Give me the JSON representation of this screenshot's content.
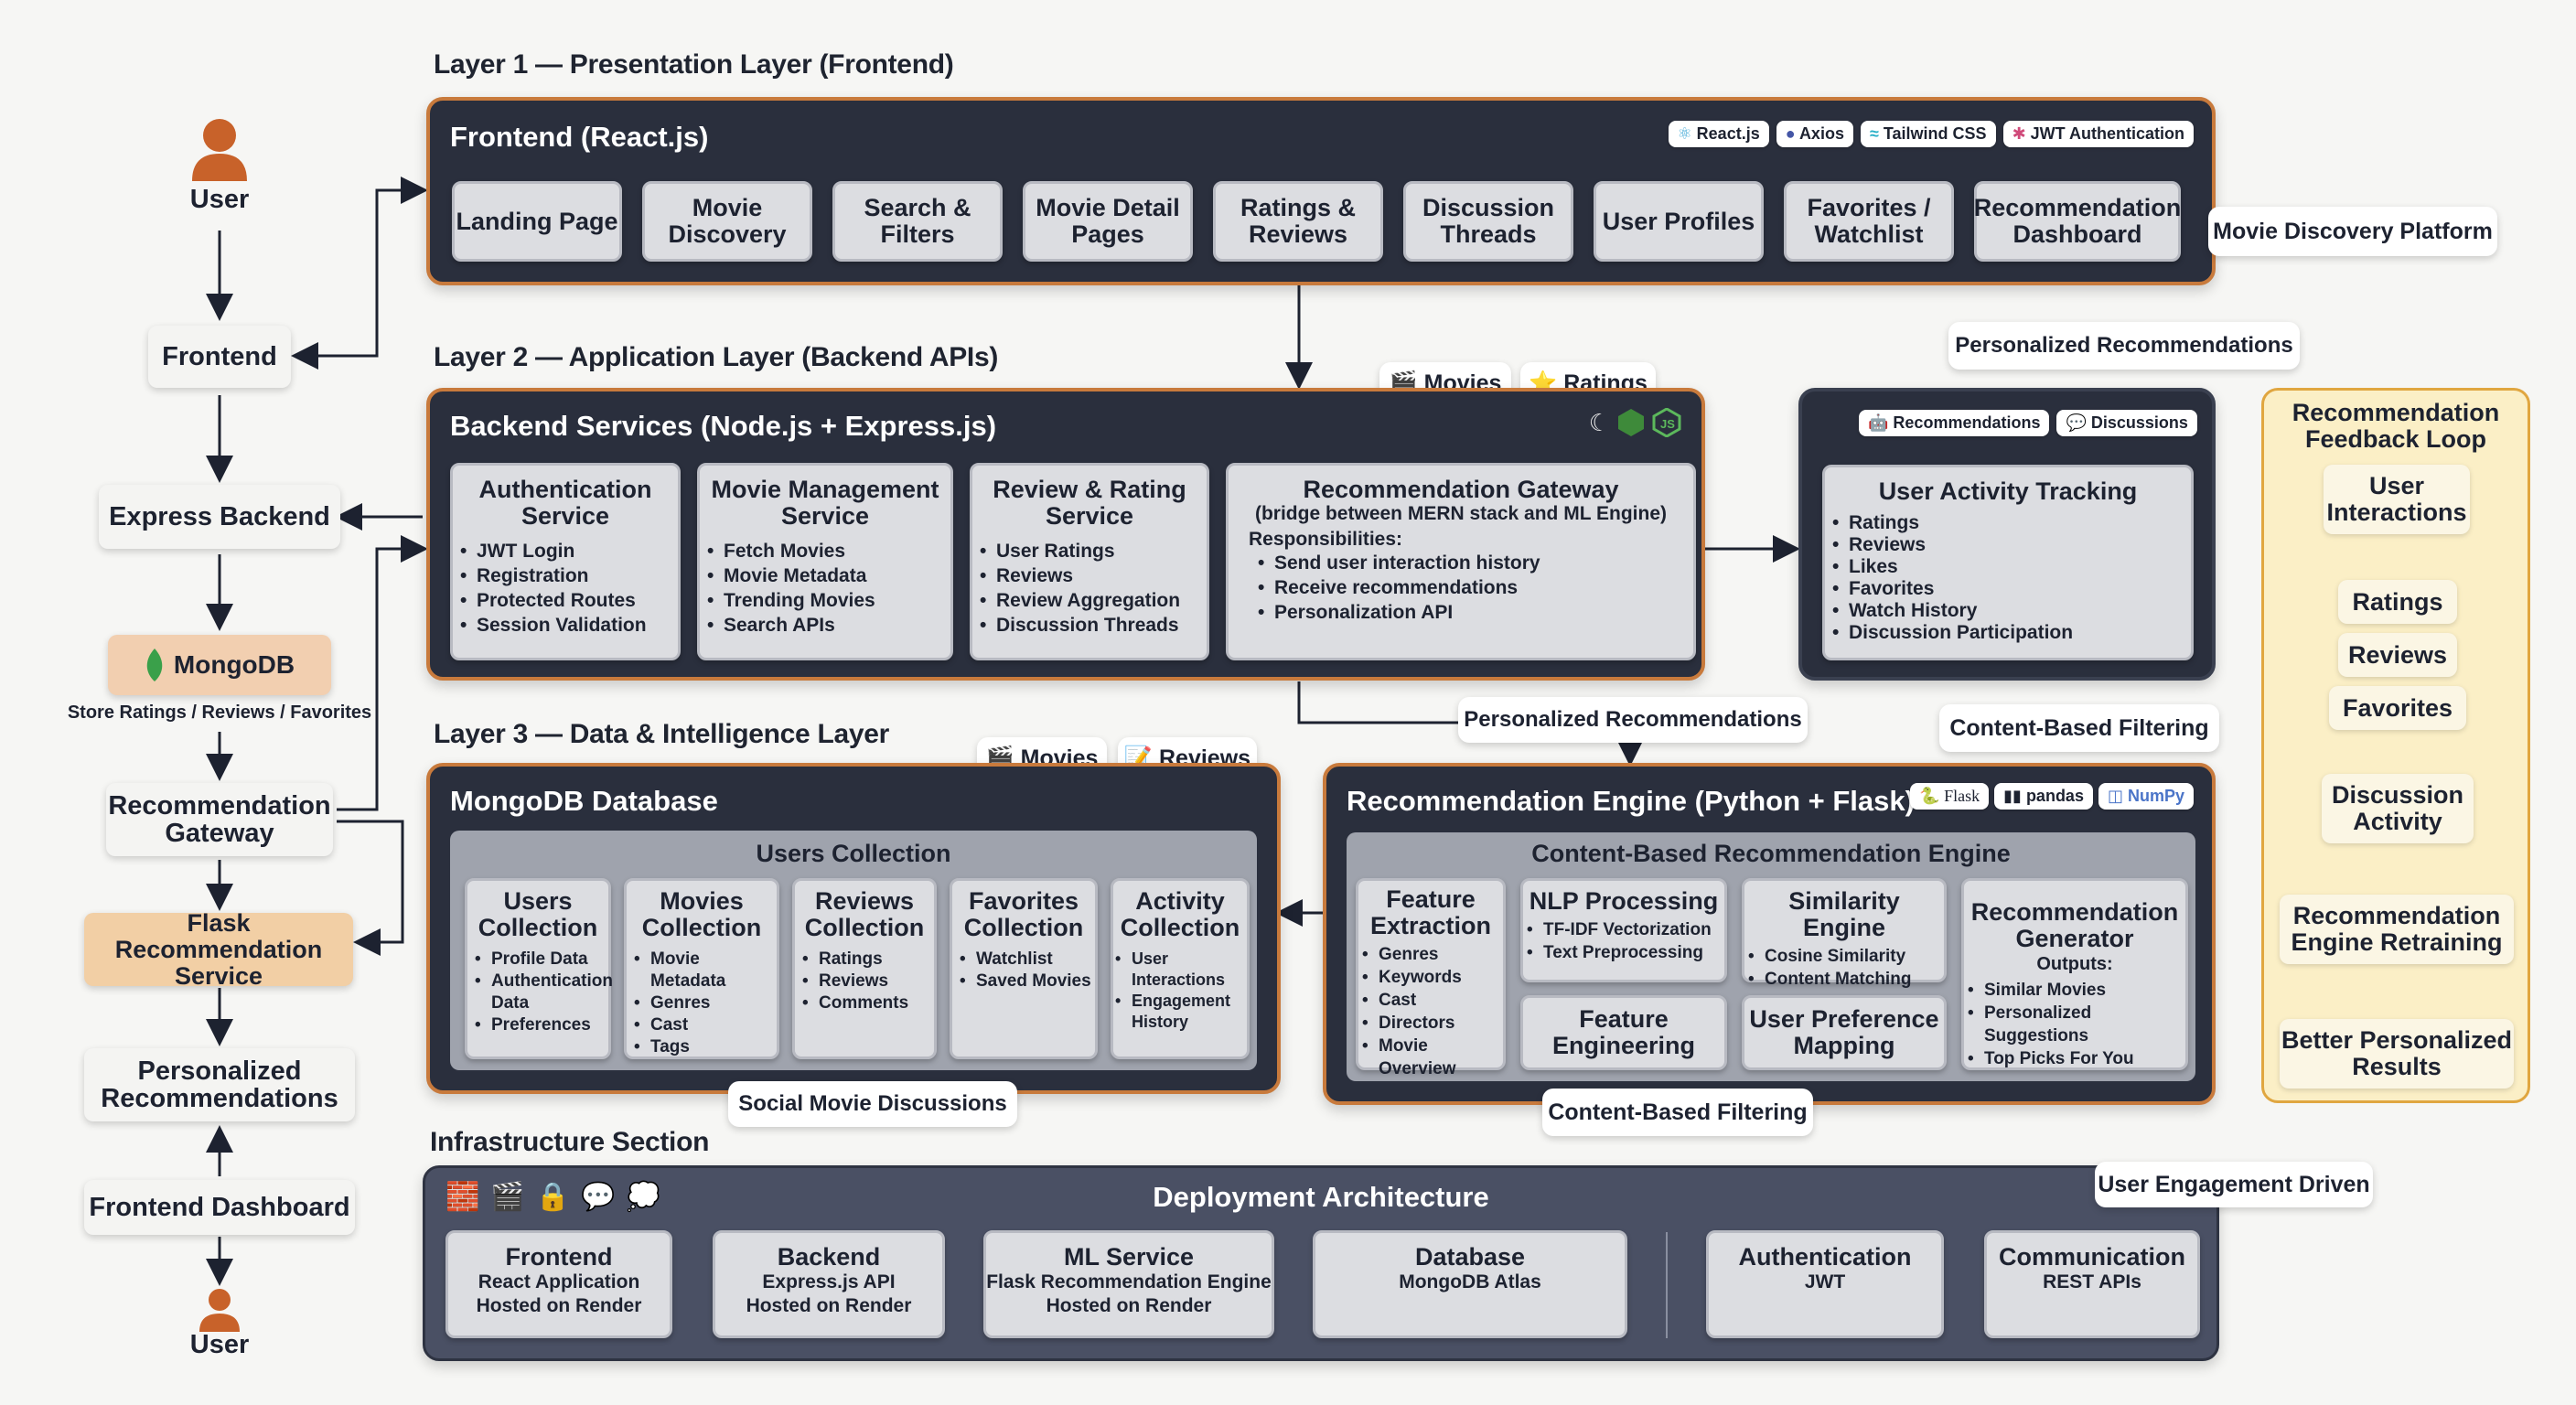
{
  "layer1": {
    "title": "Layer 1 — Presentation Layer (Frontend)",
    "panel_title": "Frontend (React.js)",
    "tech_tags": [
      "React.js",
      "Axios",
      "Tailwind CSS",
      "JWT Authentication"
    ],
    "pages": [
      "Landing Page",
      "Movie\nDiscovery",
      "Search &\nFilters",
      "Movie Detail\nPages",
      "Ratings &\nReviews",
      "Discussion\nThreads",
      "User Profiles",
      "Favorites /\nWatchlist",
      "Recommendation\nDashboard"
    ],
    "side_label": "Movie Discovery Platform"
  },
  "layer2": {
    "title": "Layer 2 — Application Layer (Backend APIs)",
    "panel_title": "Backend Services (Node.js + Express.js)",
    "tags": [
      "🎬 Movies",
      "⭐ Ratings"
    ],
    "services": [
      {
        "title": "Authentication\nService",
        "items": [
          "JWT Login",
          "Registration",
          "Protected Routes",
          "Session Validation"
        ]
      },
      {
        "title": "Movie Management\nService",
        "items": [
          "Fetch Movies",
          "Movie Metadata",
          "Trending Movies",
          "Search APIs"
        ]
      },
      {
        "title": "Review & Rating\nService",
        "items": [
          "User Ratings",
          "Reviews",
          "Review Aggregation",
          "Discussion Threads"
        ]
      }
    ],
    "gateway": {
      "title": "Recommendation Gateway",
      "subtitle": "(bridge between MERN stack and ML Engine)",
      "resp_label": "Responsibilities:",
      "items": [
        "Send user interaction history",
        "Receive recommendations",
        "Personalization API"
      ]
    }
  },
  "activity": {
    "top_label": "Personalized Recommendations",
    "tags": [
      "Recommendations",
      "Discussions"
    ],
    "title": "User Activity Tracking",
    "items": [
      "Ratings",
      "Reviews",
      "Likes",
      "Favorites",
      "Watch History",
      "Discussion Participation"
    ]
  },
  "layer3": {
    "title": "Layer 3 — Data & Intelligence Layer",
    "tags": [
      "🎬 Movies",
      "📝 Reviews"
    ],
    "db_title": "MongoDB Database",
    "users_header": "Users Collection",
    "collections": [
      {
        "title": "Users\nCollection",
        "items": [
          "Profile Data",
          "Authentication Data",
          "Preferences"
        ]
      },
      {
        "title": "Movies\nCollection",
        "items": [
          "Movie Metadata",
          "Genres",
          "Cast",
          "Tags"
        ]
      },
      {
        "title": "Reviews\nCollection",
        "items": [
          "Ratings",
          "Reviews",
          "Comments"
        ]
      },
      {
        "title": "Favorites\nCollection",
        "items": [
          "Watchlist",
          "Saved Movies"
        ]
      },
      {
        "title": "Activity\nCollection",
        "items": [
          "User Interactions",
          "Engagement History"
        ]
      }
    ],
    "db_bottom_label": "Social Movie Discussions",
    "personalized_label": "Personalized Recommendations",
    "cbf_top_label": "Content-Based Filtering",
    "engine_title": "Recommendation Engine (Python + Flask)",
    "engine_tags": [
      "Flask",
      "pandas",
      "NumPy"
    ],
    "cbre_header": "Content-Based Recommendation Engine",
    "feature_extraction": {
      "title": "Feature\nExtraction",
      "items": [
        "Genres",
        "Keywords",
        "Cast",
        "Directors",
        "Movie Overview"
      ]
    },
    "nlp": {
      "title": "NLP Processing",
      "items": [
        "TF-IDF Vectorization",
        "Text Preprocessing"
      ]
    },
    "similarity": {
      "title": "Similarity Engine",
      "items": [
        "Cosine Similarity",
        "Content Matching"
      ]
    },
    "feature_eng": "Feature\nEngineering",
    "user_pref": "User Preference\nMapping",
    "generator": {
      "title": "Recommendation\nGenerator",
      "outputs_label": "Outputs:",
      "items": [
        "Similar Movies",
        "Personalized Suggestions",
        "Top Picks For You"
      ]
    },
    "cbf_bottom_label": "Content-Based Filtering"
  },
  "infra": {
    "title": "Infrastructure Section",
    "panel_title": "Deployment Architecture",
    "side_label": "User Engagement Driven",
    "icons": [
      "🧱",
      "🎬",
      "🔒",
      "💬",
      "💭"
    ],
    "cards": [
      {
        "title": "Frontend",
        "lines": [
          "React Application",
          "Hosted on Render"
        ]
      },
      {
        "title": "Backend",
        "lines": [
          "Express.js API",
          "Hosted on Render"
        ]
      },
      {
        "title": "ML Service",
        "lines": [
          "Flask Recommendation Engine",
          "Hosted on Render"
        ]
      },
      {
        "title": "Database",
        "lines": [
          "MongoDB Atlas"
        ]
      },
      {
        "title": "Authentication",
        "lines": [
          "JWT"
        ]
      },
      {
        "title": "Communication",
        "lines": [
          "REST APIs"
        ]
      }
    ]
  },
  "flow": {
    "user_top": "User",
    "frontend": "Frontend",
    "express": "Express Backend",
    "mongodb": "MongoDB",
    "mongodb_caption": "Store Ratings / Reviews / Favorites",
    "gateway": "Recommendation\nGateway",
    "flask": "Flask Recommendation\nService",
    "personalized": "Personalized\nRecommendations",
    "dashboard": "Frontend Dashboard",
    "user_bottom": "User"
  },
  "feedback": {
    "title": "Recommendation\nFeedback Loop",
    "nodes": [
      "User\nInteractions",
      "Ratings",
      "Reviews",
      "Favorites",
      "Discussion\nActivity",
      "Recommendation\nEngine Retraining",
      "Better Personalized\nResults"
    ]
  },
  "colors": {
    "panel": "#2a2f3d",
    "accent_border": "#c87a3c",
    "card": "#dcdde1",
    "feedback_bg": "#fbefc6"
  }
}
